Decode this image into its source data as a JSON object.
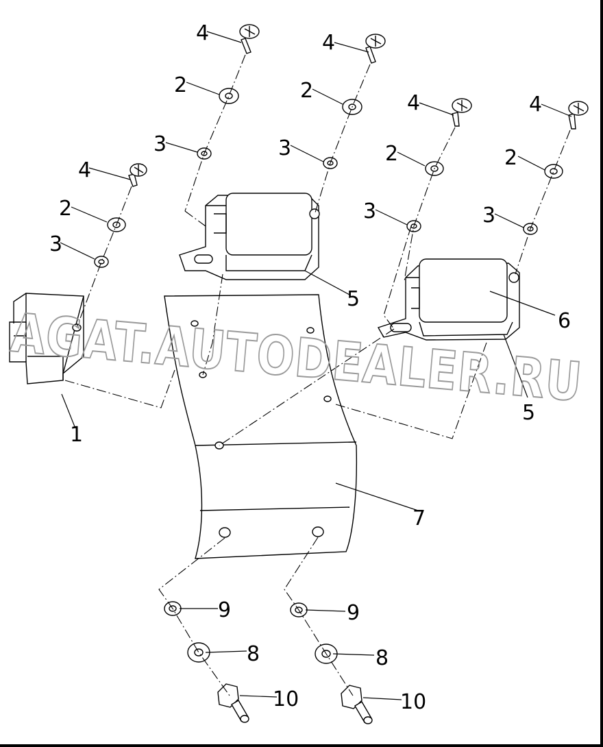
{
  "watermark": "AGAT.AUTODEALER.RU",
  "callouts": {
    "c1": "1",
    "c2a": "2",
    "c2b": "2",
    "c2c": "2",
    "c2d": "2",
    "c2e": "2",
    "c3a": "3",
    "c3b": "3",
    "c3c": "3",
    "c3d": "3",
    "c3e": "3",
    "c4a": "4",
    "c4b": "4",
    "c4c": "4",
    "c4d": "4",
    "c4e": "4",
    "c5a": "5",
    "c5b": "5",
    "c6": "6",
    "c7": "7",
    "c8a": "8",
    "c8b": "8",
    "c9a": "9",
    "c9b": "9",
    "c10a": "10",
    "c10b": "10"
  }
}
